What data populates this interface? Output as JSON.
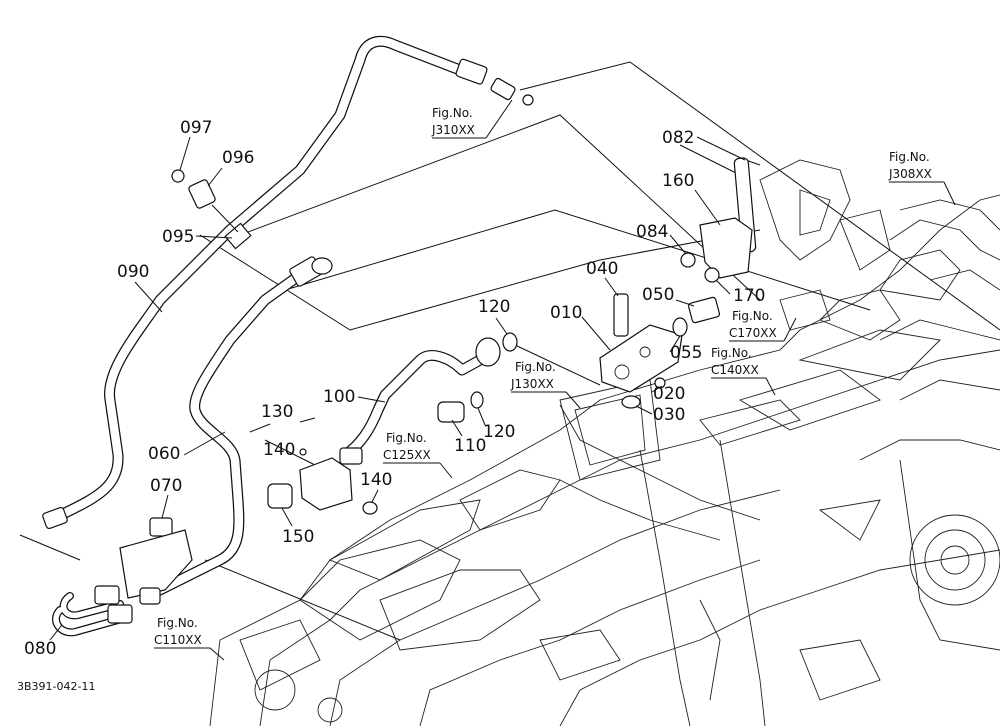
{
  "labels": {
    "p097": "097",
    "p096": "096",
    "p095": "095",
    "p090": "090",
    "p060": "060",
    "p070": "070",
    "p080": "080",
    "p082": "082",
    "p160": "160",
    "p084": "084",
    "p170": "170",
    "p040": "040",
    "p050": "050",
    "p010": "010",
    "p120a": "120",
    "p055": "055",
    "p020": "020",
    "p030": "030",
    "p100": "100",
    "p110": "110",
    "p120b": "120",
    "p130": "130",
    "p140a": "140",
    "p140b": "140",
    "p150": "150"
  },
  "fig_refs": {
    "j310": {
      "head": "Fig.No.",
      "num": "J310XX"
    },
    "j308": {
      "head": "Fig.No.",
      "num": "J308XX"
    },
    "c170": {
      "head": "Fig.No.",
      "num": "C170XX"
    },
    "c140": {
      "head": "Fig.No.",
      "num": "C140XX"
    },
    "j130": {
      "head": "Fig.No.",
      "num": "J130XX"
    },
    "c125": {
      "head": "Fig.No.",
      "num": "C125XX"
    },
    "c110": {
      "head": "Fig.No.",
      "num": "C110XX"
    }
  },
  "drawing_code": "3B391-042-11"
}
